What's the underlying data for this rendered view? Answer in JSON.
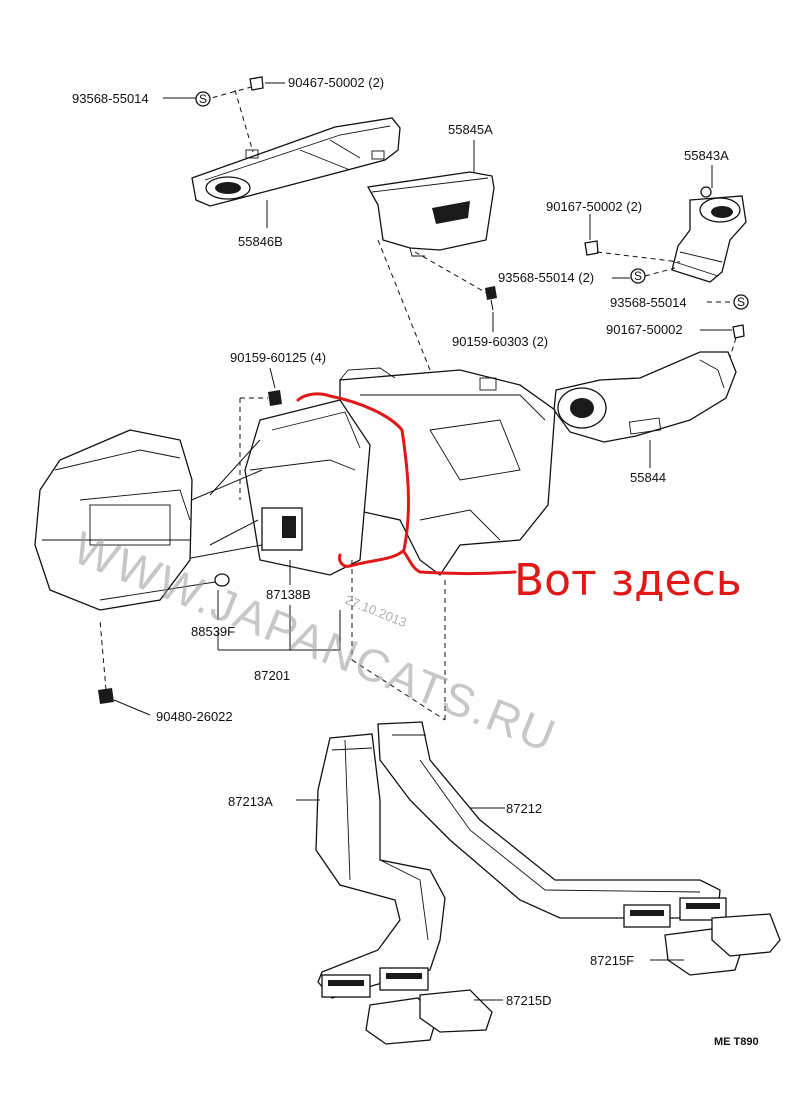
{
  "labels": {
    "p93568_55014_a": "93568-55014",
    "p90467_50002": "90467-50002 (2)",
    "p55846B": "55846B",
    "p55845A": "55845A",
    "p55843A": "55843A",
    "p90167_50002_2": "90167-50002 (2)",
    "p93568_55014_2": "93568-55014 (2)",
    "p93568_55014_b": "93568-55014",
    "p90159_60303": "90159-60303 (2)",
    "p90167_50002": "90167-50002",
    "p90159_60125": "90159-60125 (4)",
    "p55844": "55844",
    "p87138B": "87138B",
    "p88539F": "88539F",
    "p87201": "87201",
    "p90480_26022": "90480-26022",
    "p87213A": "87213A",
    "p87212": "87212",
    "p87215F": "87215F",
    "p87215D": "87215D",
    "code": "ME T890"
  },
  "watermark": "WWW.JAPANCATS.RU",
  "date_stamp": "27.10.2013",
  "annotation": "Вот здесь",
  "annotation_color": "#e01818",
  "clip_symbol": "S"
}
